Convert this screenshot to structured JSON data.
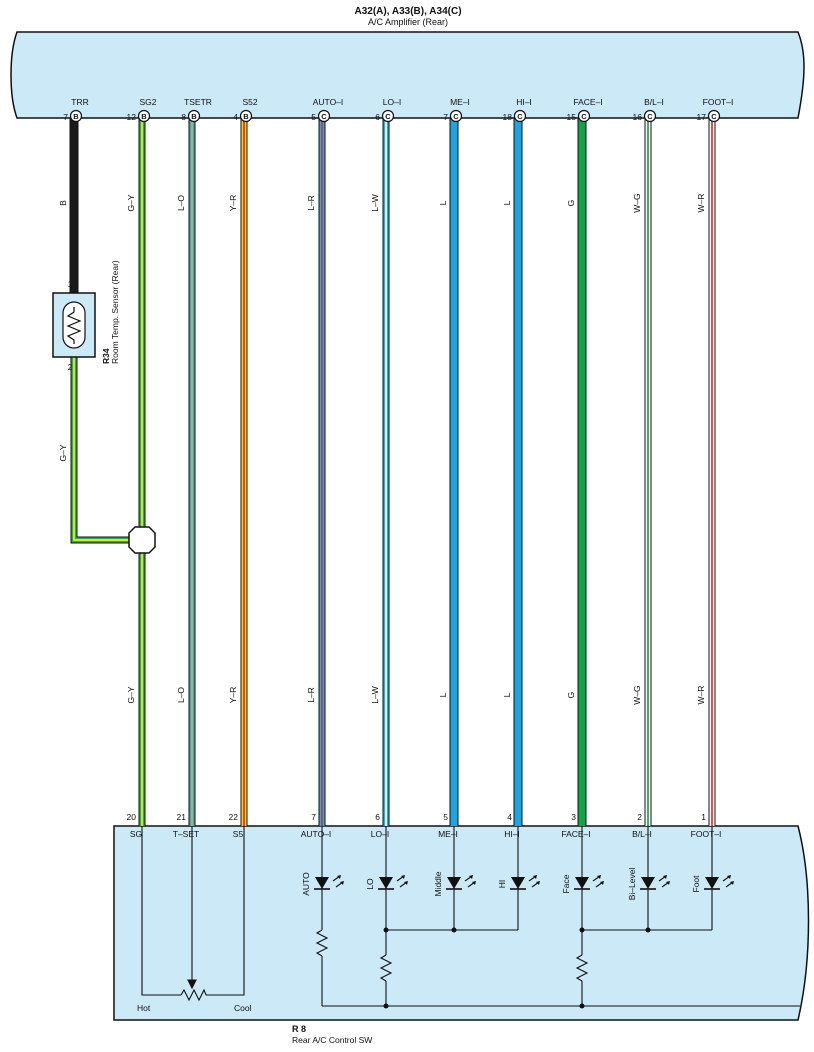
{
  "amplifier": {
    "connectors": "A32(A), A33(B), A34(C)",
    "name": "A/C Amplifier (Rear)"
  },
  "sensor": {
    "code": "R34",
    "name": "Room Temp. Sensor (Rear)",
    "pin1": "1",
    "pin2": "2",
    "lower_wire": "G–Y",
    "upper_wire": "B"
  },
  "control": {
    "code": "R 8",
    "name": "Rear A/C Control SW",
    "hot": "Hot",
    "cool": "Cool"
  },
  "wires": [
    {
      "id": "trr",
      "signal": "TRR",
      "pin": "7",
      "conn": "B",
      "color": "B",
      "colors": [
        "#1a1a1a",
        "#1a1a1a"
      ]
    },
    {
      "id": "sg2",
      "signal": "SG2",
      "pin": "12",
      "conn": "B",
      "color": "G–Y",
      "colors": [
        "#2db04b",
        "#f2ea2c"
      ],
      "bottom_pin": "20",
      "bottom_label": "SG"
    },
    {
      "id": "tsetr",
      "signal": "TSETR",
      "pin": "8",
      "conn": "B",
      "color": "L–O",
      "colors": [
        "#28aee6",
        "#f7a21b"
      ],
      "bottom_pin": "21",
      "bottom_label": "T–SET"
    },
    {
      "id": "s52",
      "signal": "S52",
      "pin": "4",
      "conn": "B",
      "color": "Y–R",
      "colors": [
        "#f7d51d",
        "#e8262a"
      ],
      "bottom_pin": "22",
      "bottom_label": "S5"
    },
    {
      "id": "auto",
      "signal": "AUTO–I",
      "pin": "5",
      "conn": "C",
      "color": "L–R",
      "colors": [
        "#28aee6",
        "#e8262a"
      ],
      "bottom_pin": "7",
      "bottom_label": "AUTO–I",
      "led": "AUTO"
    },
    {
      "id": "lo",
      "signal": "LO–I",
      "pin": "6",
      "conn": "C",
      "color": "L–W",
      "colors": [
        "#28aee6",
        "#ffffff"
      ],
      "bottom_pin": "6",
      "bottom_label": "LO–I",
      "led": "LO"
    },
    {
      "id": "me",
      "signal": "ME–I",
      "pin": "7",
      "conn": "C",
      "color": "L",
      "colors": [
        "#1fa4e2",
        "#1fa4e2"
      ],
      "bottom_pin": "5",
      "bottom_label": "ME–I",
      "led": "Middle"
    },
    {
      "id": "hi",
      "signal": "HI–I",
      "pin": "18",
      "conn": "C",
      "color": "L",
      "colors": [
        "#1fa4e2",
        "#1fa4e2"
      ],
      "bottom_pin": "4",
      "bottom_label": "HI–I",
      "led": "HI"
    },
    {
      "id": "face",
      "signal": "FACE–I",
      "pin": "15",
      "conn": "C",
      "color": "G",
      "colors": [
        "#12a34a",
        "#12a34a"
      ],
      "bottom_pin": "3",
      "bottom_label": "FACE–I",
      "led": "Face"
    },
    {
      "id": "bl",
      "signal": "B/L–I",
      "pin": "16",
      "conn": "C",
      "color": "W–G",
      "colors": [
        "#ffffff",
        "#12a34a"
      ],
      "bottom_pin": "2",
      "bottom_label": "B/L–I",
      "led": "Bi–Level"
    },
    {
      "id": "foot",
      "signal": "FOOT–I",
      "pin": "17",
      "conn": "C",
      "color": "W–R",
      "colors": [
        "#ffffff",
        "#e8262a"
      ],
      "bottom_pin": "1",
      "bottom_label": "FOOT–I",
      "led": "Foot"
    }
  ]
}
